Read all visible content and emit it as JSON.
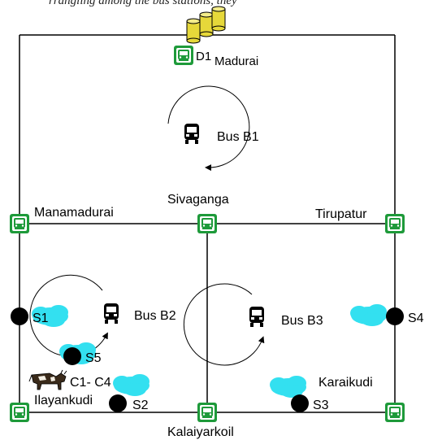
{
  "caption_fragment": "rrangling among the bus stations, they",
  "depot": {
    "id": "D1",
    "name": "Madurai"
  },
  "buses": [
    {
      "label": "Bus B1"
    },
    {
      "label": "Bus B2"
    },
    {
      "label": "Bus B3"
    }
  ],
  "stations": {
    "manamadurai": "Manamadurai",
    "sivaganga": "Sivaganga",
    "tirupatur": "Tirupatur",
    "ilayankudi": "Ilayankudi",
    "kalaiyarkoil": "Kalaiyarkoil",
    "karaikudi": "Karaikudi"
  },
  "stops": [
    "S1",
    "S2",
    "S3",
    "S4",
    "S5"
  ],
  "cattle_label": "C1- C4",
  "colors": {
    "bus_icon_green": "#1e9a3a",
    "bus_icon_body": "#ffffff",
    "cloud": "#33e0f0",
    "stop_dot": "#000000",
    "depot_cylinder": "#e6d83a",
    "line": "#000000"
  },
  "icons": [
    "bus-station-icon",
    "bus-icon",
    "rotation-arrow-icon",
    "fuel-depot-icon",
    "cow-icon",
    "cloud-icon"
  ]
}
